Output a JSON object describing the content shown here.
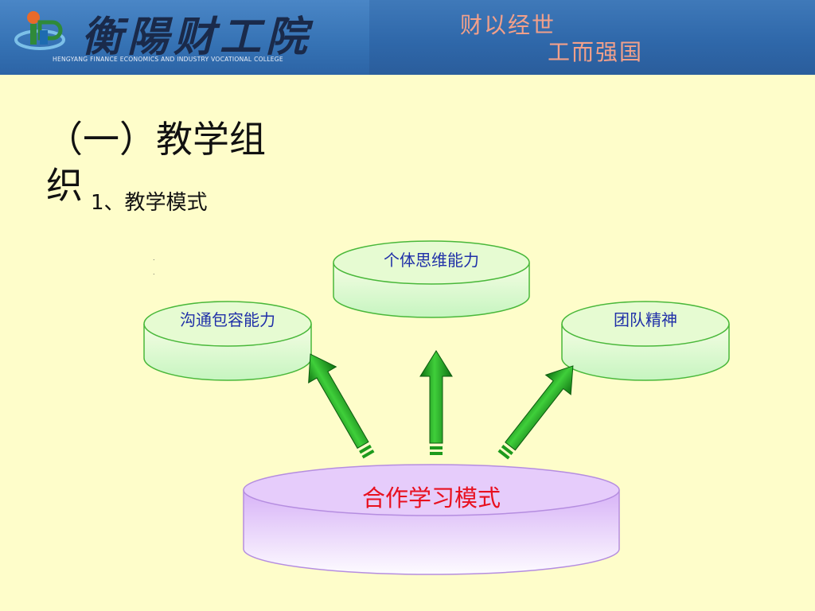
{
  "header": {
    "college_name": "衡陽财工院",
    "college_name_en": "HENGYANG FINANCE ECONOMICS AND INDUSTRY VOCATIONAL COLLEGE",
    "motto_line1": "财以经世",
    "motto_line2": "工而强国"
  },
  "slide": {
    "heading": "（一）教学组织",
    "subheading": "1、教学模式",
    "dots": [
      ".",
      "."
    ]
  },
  "diagram": {
    "base": "合作学习模式",
    "left": "沟通包容能力",
    "center": "个体思维能力",
    "right": "团队精神"
  },
  "colors": {
    "background": "#fefdca",
    "cylinder_top_fill": "#e6fbd2",
    "cylinder_border": "#49b83a",
    "base_fill": "#e6ccfb",
    "arrow": "#1d9a1d",
    "base_label": "#e8101f",
    "cylinder_label": "#1f2fa8"
  }
}
